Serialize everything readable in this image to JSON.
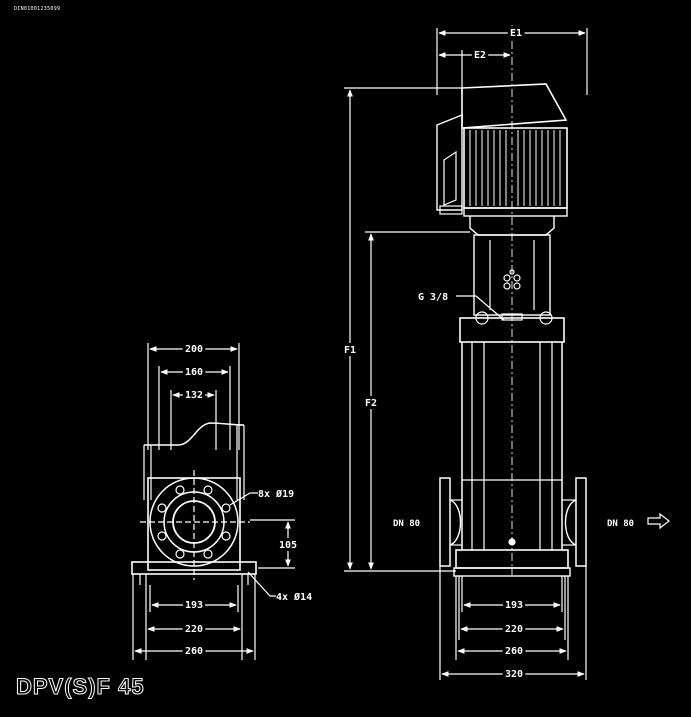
{
  "doc_code": "DIN01001235099",
  "title": "DPV(S)F 45",
  "front_view": {
    "dims_top": [
      "200",
      "160",
      "132"
    ],
    "dims_bottom": [
      "193",
      "220",
      "260"
    ],
    "flange_holes": "8x Ø19",
    "base_holes": "4x Ø14",
    "height": "105"
  },
  "side_view": {
    "motor_dims": [
      "E1",
      "E2"
    ],
    "heights": [
      "F1",
      "F2"
    ],
    "vent": "G 3/8",
    "inlet": "DN 80",
    "outlet": "DN 80",
    "dims_bottom": [
      "193",
      "220",
      "260",
      "320"
    ]
  },
  "colors": {
    "background": "#000000",
    "lines": "#ffffff"
  }
}
